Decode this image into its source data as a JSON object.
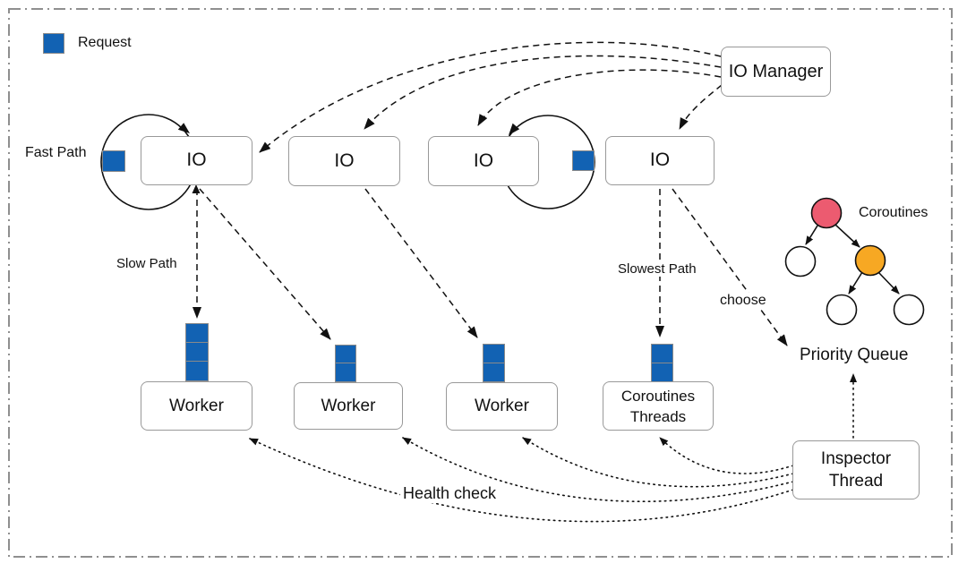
{
  "colors": {
    "request_blue": "#1262B3",
    "coroutine_pink": "#EC5B70",
    "coroutine_orange": "#F7A823",
    "box_border_gray": "#999999",
    "outer_border_gray": "#8F8F8F"
  },
  "legend": {
    "request_label": "Request"
  },
  "labels": {
    "fast_path": "Fast Path",
    "slow_path": "Slow Path",
    "slowest_path": "Slowest Path",
    "choose": "choose",
    "coroutines": "Coroutines",
    "priority_queue": "Priority Queue",
    "health_check": "Health check"
  },
  "nodes": {
    "io_manager": {
      "label": "IO Manager"
    },
    "io_boxes": [
      {
        "label": "IO"
      },
      {
        "label": "IO"
      },
      {
        "label": "IO"
      },
      {
        "label": "IO"
      }
    ],
    "workers": [
      {
        "label": "Worker"
      },
      {
        "label": "Worker"
      },
      {
        "label": "Worker"
      }
    ],
    "coroutines_threads": {
      "line1": "Coroutines",
      "line2": "Threads"
    },
    "inspector_thread": {
      "line1": "Inspector",
      "line2": "Thread"
    }
  },
  "queues": {
    "worker1_request_count": 3,
    "worker2_request_count": 2,
    "worker3_request_count": 2,
    "coroutines_threads_request_count": 2
  },
  "edges": [
    {
      "from": "io_manager",
      "to": "io_1",
      "style": "dashed"
    },
    {
      "from": "io_manager",
      "to": "io_2",
      "style": "dashed"
    },
    {
      "from": "io_manager",
      "to": "io_3",
      "style": "dashed"
    },
    {
      "from": "io_manager",
      "to": "io_4",
      "style": "dashed"
    },
    {
      "from": "io_1",
      "to": "io_1",
      "style": "solid-loop",
      "label": "Fast Path"
    },
    {
      "from": "io_3",
      "to": "io_3",
      "style": "solid-loop"
    },
    {
      "from": "io_1",
      "to": "worker_1_queue",
      "style": "dashed",
      "label": "Slow Path"
    },
    {
      "from": "io_1",
      "to": "worker_2_queue",
      "style": "dashed"
    },
    {
      "from": "io_2",
      "to": "worker_3_queue",
      "style": "dashed"
    },
    {
      "from": "io_4",
      "to": "coroutines_threads_queue",
      "style": "dashed",
      "label": "Slowest Path"
    },
    {
      "from": "io_4",
      "to": "priority_queue",
      "style": "dashed",
      "label": "choose"
    },
    {
      "from": "coroutines_tree_root",
      "to": "coroutines_tree_children",
      "style": "solid"
    },
    {
      "from": "inspector_thread",
      "to": "priority_queue",
      "style": "dotted"
    },
    {
      "from": "inspector_thread",
      "to": "worker_1",
      "style": "dotted",
      "label": "Health check"
    },
    {
      "from": "inspector_thread",
      "to": "worker_2",
      "style": "dotted"
    },
    {
      "from": "inspector_thread",
      "to": "worker_3",
      "style": "dotted"
    },
    {
      "from": "inspector_thread",
      "to": "coroutines_threads",
      "style": "dotted"
    }
  ]
}
